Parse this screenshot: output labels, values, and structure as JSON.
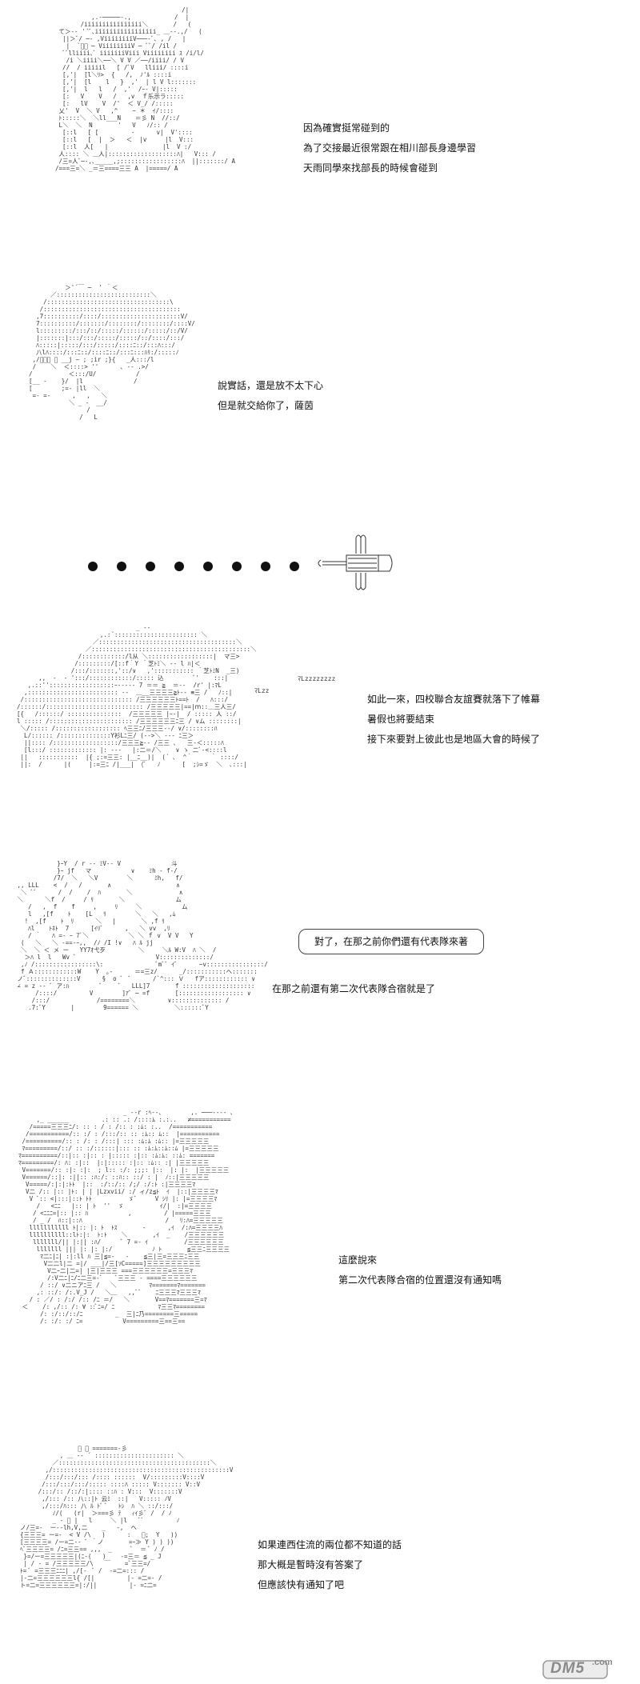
{
  "panels": [
    {
      "id": "p1",
      "lines": [
        "因為確實挺常碰到的",
        "為了交接最近很常跟在相川部長身邊學習",
        "天雨同學來找部長的時候會碰到"
      ]
    },
    {
      "id": "p2",
      "lines": [
        "說實話，還是放不太下心",
        "但是就交給你了，薩茵"
      ]
    },
    {
      "id": "p3",
      "lines": []
    },
    {
      "id": "p4",
      "lines": [
        "如此一來，四校聯合友誼賽就落下了帷幕",
        "暑假也將要結束",
        "接下來要對上彼此也是地區大會的時候了"
      ]
    },
    {
      "id": "p5",
      "bubble": "對了，在那之前你們還有代表隊來著",
      "lines": [
        "在那之前還有第二次代表隊合宿就是了"
      ]
    },
    {
      "id": "p6",
      "lines": [
        "這麼說來",
        "第二次代表隊合宿的位置還沒有通知嗎"
      ]
    },
    {
      "id": "p7",
      "lines": [
        "如果連西住流的兩位都不知道的話",
        "那大概是暫時沒有答案了",
        "但應該快有通知了吧"
      ]
    }
  ],
  "art_sfx": {
    "p4_zzz": "ﾏLzzzzzzzz",
    "p4_zz": "ﾏLzz"
  },
  "watermark": {
    "text": "DM5",
    "suffix": ".com",
    "color": "#9a9a9a"
  }
}
